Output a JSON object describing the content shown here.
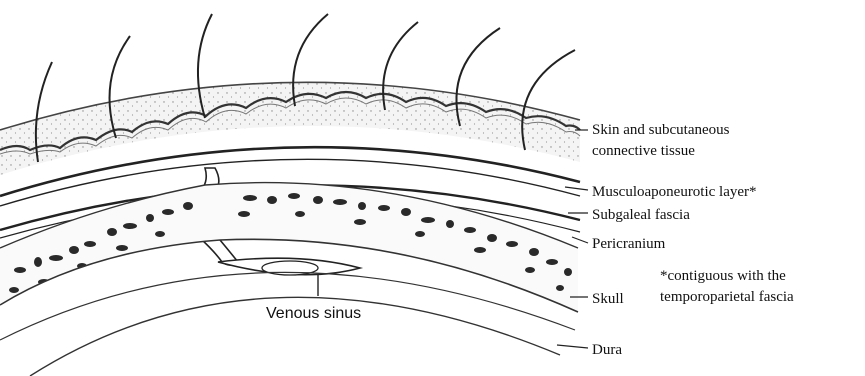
{
  "labels": {
    "skin_line1": "Skin and subcutaneous",
    "skin_line2": "connective tissue",
    "musculo": "Musculoaponeurotic layer*",
    "subgaleal": "Subgaleal fascia",
    "pericranium": "Pericranium",
    "note_line1": "*contiguous with the",
    "note_line2": "temporoparietal fascia",
    "skull": "Skull",
    "dura": "Dura",
    "venous_sinus": "Venous sinus"
  }
}
